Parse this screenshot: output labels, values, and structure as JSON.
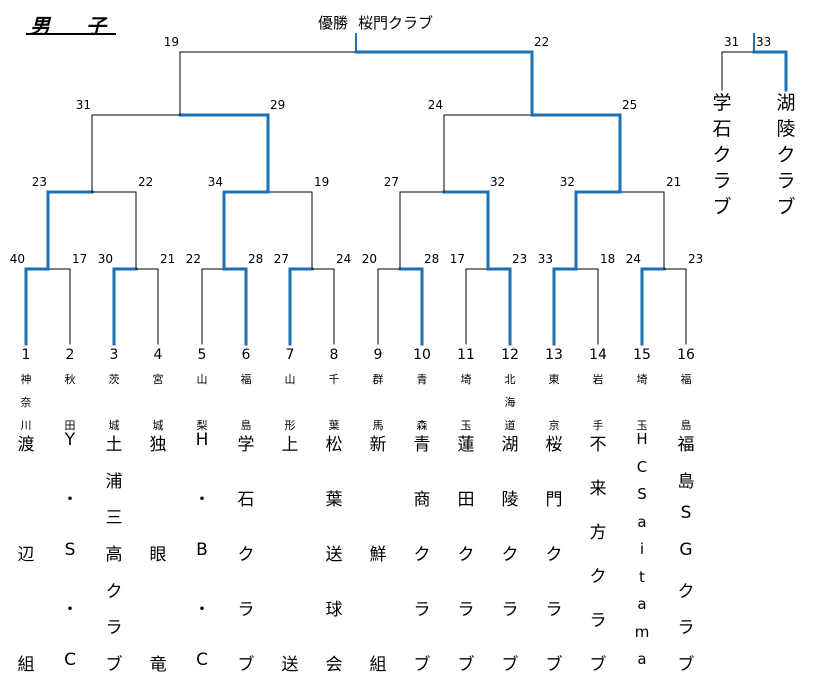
{
  "header": {
    "title": "男　子",
    "champion_label": "優勝",
    "champion_team": "桜門クラブ"
  },
  "colors": {
    "winner": "#1f6fb5",
    "loser": "#000000"
  },
  "teams": [
    {
      "seed": "1",
      "pref": "神奈川",
      "name": "渡辺組"
    },
    {
      "seed": "2",
      "pref": "秋田",
      "name": "Y・S・C"
    },
    {
      "seed": "3",
      "pref": "茨城",
      "name": "土浦三高クラブ"
    },
    {
      "seed": "4",
      "pref": "宮城",
      "name": "独眼竜"
    },
    {
      "seed": "5",
      "pref": "山梨",
      "name": "H・B・C"
    },
    {
      "seed": "6",
      "pref": "福島",
      "name": "学石クラブ"
    },
    {
      "seed": "7",
      "pref": "山形",
      "name": "上送"
    },
    {
      "seed": "8",
      "pref": "千葉",
      "name": "松葉送球会"
    },
    {
      "seed": "9",
      "pref": "群馬",
      "name": "新鮮組"
    },
    {
      "seed": "10",
      "pref": "青森",
      "name": "青商クラブ"
    },
    {
      "seed": "11",
      "pref": "埼玉",
      "name": "蓮田クラブ"
    },
    {
      "seed": "12",
      "pref": "北海道",
      "name": "湖陵クラブ"
    },
    {
      "seed": "13",
      "pref": "東京",
      "name": "桜門クラブ"
    },
    {
      "seed": "14",
      "pref": "岩手",
      "name": "不来方クラブ"
    },
    {
      "seed": "15",
      "pref": "埼玉",
      "name": "HCSaitama"
    },
    {
      "seed": "16",
      "pref": "福島",
      "name": "福島SGクラブ"
    }
  ],
  "bracket": {
    "round1": [
      {
        "left": "40",
        "right": "17",
        "winner": "left"
      },
      {
        "left": "30",
        "right": "21",
        "winner": "left"
      },
      {
        "left": "22",
        "right": "28",
        "winner": "right"
      },
      {
        "left": "27",
        "right": "24",
        "winner": "left"
      },
      {
        "left": "20",
        "right": "28",
        "winner": "right"
      },
      {
        "left": "17",
        "right": "23",
        "winner": "right"
      },
      {
        "left": "33",
        "right": "18",
        "winner": "left"
      },
      {
        "left": "24",
        "right": "23",
        "winner": "left"
      }
    ],
    "round2": [
      {
        "left": "23",
        "right": "22",
        "winner": "left"
      },
      {
        "left": "34",
        "right": "19",
        "winner": "left"
      },
      {
        "left": "27",
        "right": "32",
        "winner": "right"
      },
      {
        "left": "32",
        "right": "21",
        "winner": "left"
      }
    ],
    "semi": [
      {
        "left": "31",
        "right": "29",
        "winner": "right"
      },
      {
        "left": "24",
        "right": "25",
        "winner": "right"
      }
    ],
    "final": {
      "left": "19",
      "right": "22",
      "winner": "right"
    }
  },
  "third_place": {
    "left_score": "31",
    "right_score": "33",
    "left_team": "学石クラブ",
    "right_team": "湖陵クラブ",
    "winner": "right"
  }
}
